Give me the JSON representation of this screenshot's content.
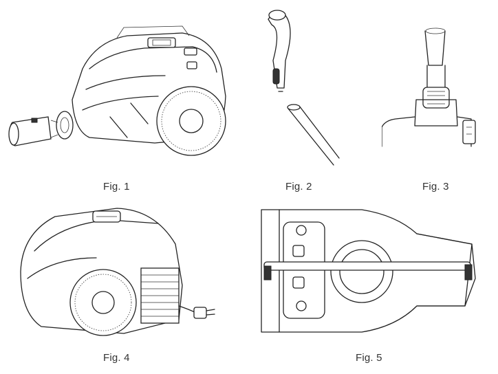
{
  "figures": [
    {
      "id": "fig1",
      "caption": "Fig. 1"
    },
    {
      "id": "fig2",
      "caption": "Fig. 2"
    },
    {
      "id": "fig3",
      "caption": "Fig. 3"
    },
    {
      "id": "fig4",
      "caption": "Fig. 4"
    },
    {
      "id": "fig5",
      "caption": "Fig. 5"
    }
  ],
  "colors": {
    "line": "#222222",
    "background": "#ffffff",
    "caption": "#333333"
  }
}
